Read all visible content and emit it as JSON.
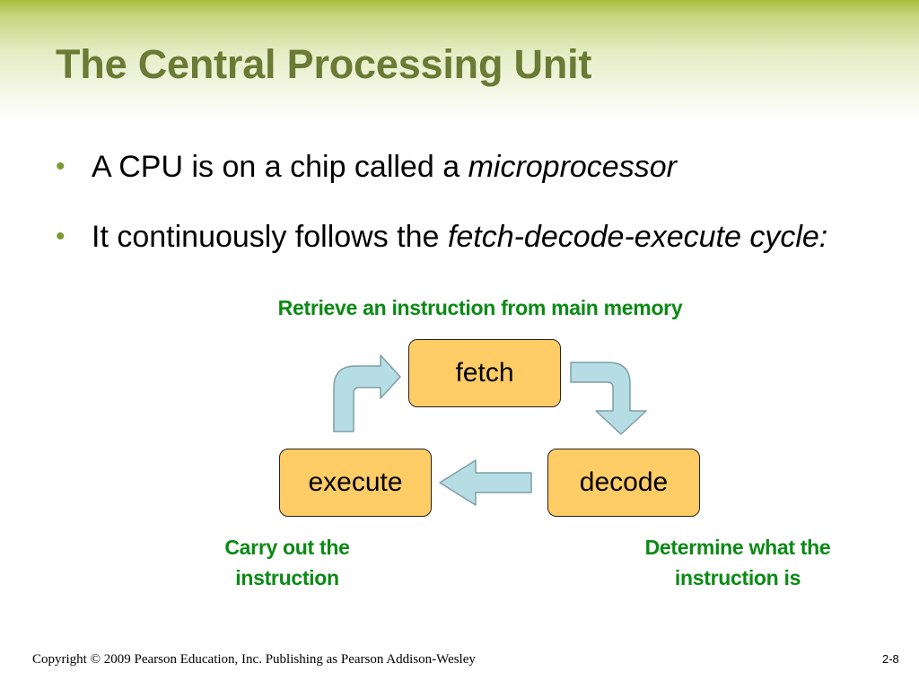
{
  "title": "The Central Processing Unit",
  "bullets": [
    {
      "text_before": "A CPU is on a chip called a ",
      "italic": "microprocessor",
      "text_after": ""
    },
    {
      "text_before": "It continuously follows the ",
      "italic": "fetch-decode-execute cycle:",
      "text_after": ""
    }
  ],
  "diagram": {
    "stages": {
      "fetch": "fetch",
      "decode": "decode",
      "execute": "execute"
    },
    "descriptions": {
      "fetch": "Retrieve an instruction from main memory",
      "decode_line1": "Determine what the",
      "decode_line2": "instruction is",
      "execute_line1": "Carry out the",
      "execute_line2": "instruction"
    },
    "colors": {
      "box_fill": "#ffcc66",
      "arrow_fill": "#b7dde4",
      "arrow_stroke": "#7f9ea5",
      "label_color": "#0a8a14"
    }
  },
  "footer": {
    "copyright": "Copyright © 2009 Pearson Education, Inc. Publishing as Pearson Addison-Wesley",
    "page_number": "2-8"
  }
}
